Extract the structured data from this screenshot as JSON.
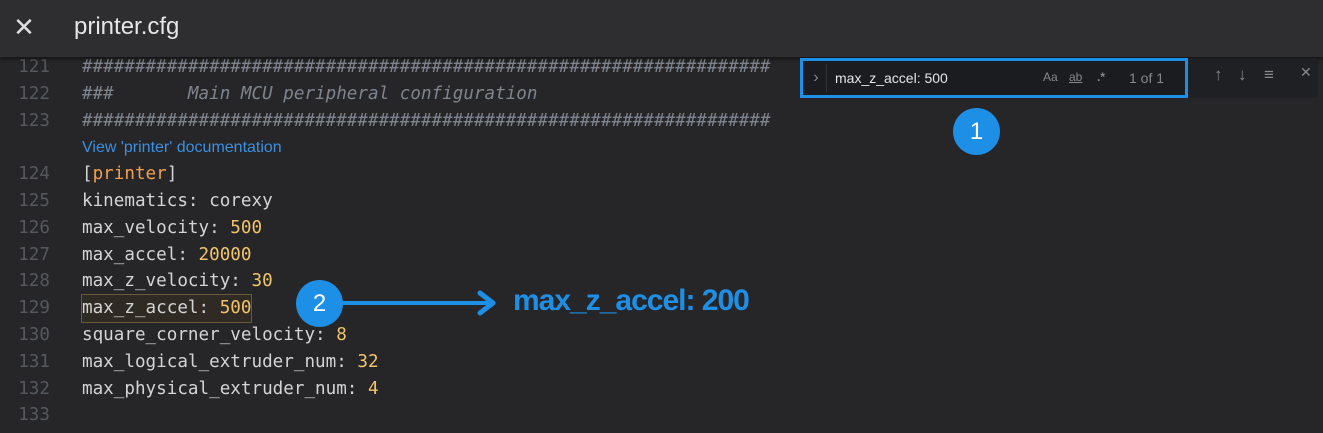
{
  "header": {
    "title": "printer.cfg",
    "close_icon": "close-icon"
  },
  "editor": {
    "lines": [
      {
        "n": "121",
        "parts": [
          {
            "t": "#################################################################",
            "c": "cmt"
          }
        ]
      },
      {
        "n": "122",
        "parts": [
          {
            "t": "###       Main MCU peripheral configuration",
            "c": "cmt"
          }
        ]
      },
      {
        "n": "123",
        "parts": [
          {
            "t": "#################################################################",
            "c": "cmt"
          }
        ]
      },
      {
        "n": "",
        "link": "View 'printer' documentation"
      },
      {
        "n": "124",
        "parts": [
          {
            "t": "[",
            "c": ""
          },
          {
            "t": "printer",
            "c": "sec"
          },
          {
            "t": "]",
            "c": ""
          }
        ]
      },
      {
        "n": "125",
        "parts": [
          {
            "t": "kinematics: corexy",
            "c": ""
          }
        ]
      },
      {
        "n": "126",
        "parts": [
          {
            "t": "max_velocity: ",
            "c": ""
          },
          {
            "t": "500",
            "c": "num"
          }
        ]
      },
      {
        "n": "127",
        "parts": [
          {
            "t": "max_accel: ",
            "c": ""
          },
          {
            "t": "20000",
            "c": "num"
          }
        ]
      },
      {
        "n": "128",
        "parts": [
          {
            "t": "max_z_velocity: ",
            "c": ""
          },
          {
            "t": "30",
            "c": "num"
          }
        ]
      },
      {
        "n": "129",
        "match": true,
        "parts": [
          {
            "t": "max_z_accel: ",
            "c": ""
          },
          {
            "t": "500",
            "c": "num"
          }
        ]
      },
      {
        "n": "130",
        "parts": [
          {
            "t": "square_corner_velocity: ",
            "c": ""
          },
          {
            "t": "8",
            "c": "num"
          }
        ]
      },
      {
        "n": "131",
        "parts": [
          {
            "t": "max_logical_extruder_num: ",
            "c": ""
          },
          {
            "t": "32",
            "c": "num"
          }
        ]
      },
      {
        "n": "132",
        "parts": [
          {
            "t": "max_physical_extruder_num: ",
            "c": ""
          },
          {
            "t": "4",
            "c": "num"
          }
        ]
      },
      {
        "n": "133",
        "parts": []
      }
    ]
  },
  "find": {
    "query": "max_z_accel: 500",
    "match_case": "Aa",
    "whole_word": "ab",
    "regex": ".*",
    "count": "1 of 1",
    "prev": "↑",
    "next": "↓",
    "selection": "≡",
    "close": "✕",
    "toggle": "›"
  },
  "annotations": {
    "badge1": "1",
    "badge2": "2",
    "replacement": "max_z_accel: 200",
    "accent": "#1e8fe6"
  }
}
